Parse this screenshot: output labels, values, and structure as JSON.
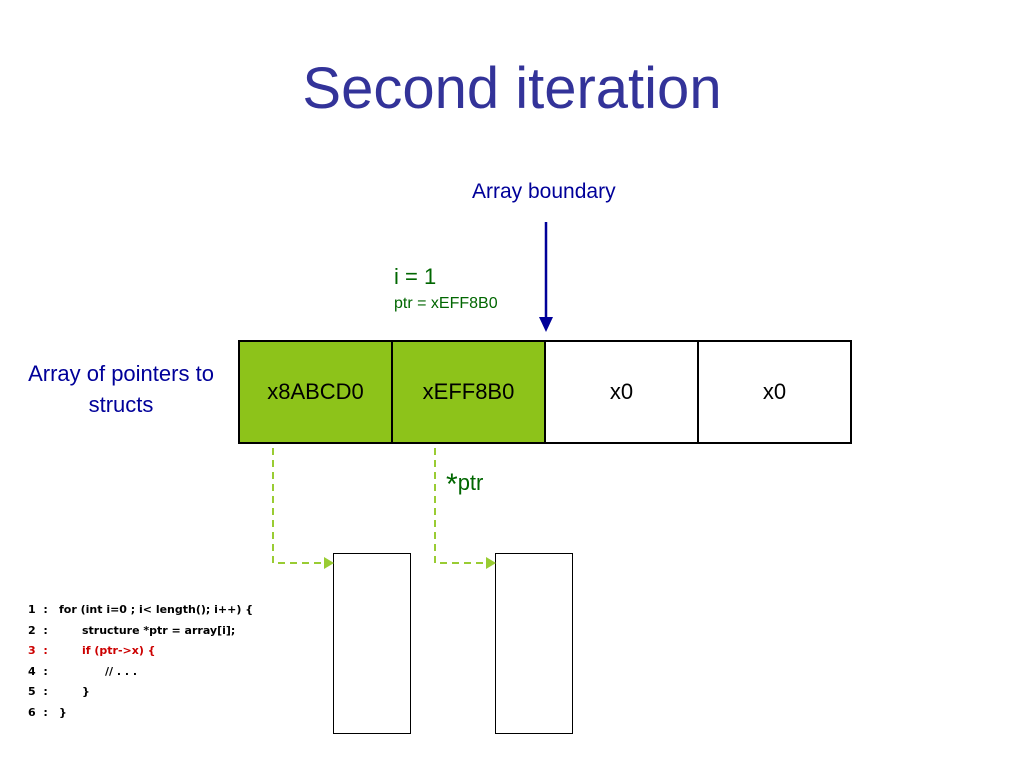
{
  "title": "Second iteration",
  "boundary_label": "Array boundary",
  "iteration": {
    "i_text": "i = 1",
    "ptr_text": "ptr = xEFF8B0"
  },
  "array_label": "Array of pointers to structs",
  "cells": [
    {
      "value": "x8ABCD0",
      "filled": true
    },
    {
      "value": "xEFF8B0",
      "filled": true
    },
    {
      "value": "x0",
      "filled": false
    },
    {
      "value": "x0",
      "filled": false
    }
  ],
  "deref": {
    "star": "*",
    "text": "ptr"
  },
  "code": [
    {
      "num": "1  :",
      "text": "for (int i=0 ; i< length(); i++) {",
      "highlight": false
    },
    {
      "num": "2  :",
      "text": "      structure *ptr = array[i];",
      "highlight": false
    },
    {
      "num": "3  :",
      "text": "      if (ptr->x) {",
      "highlight": true
    },
    {
      "num": "4  :",
      "text": "            // . . .",
      "highlight": false
    },
    {
      "num": "5  :",
      "text": "      }",
      "highlight": false
    },
    {
      "num": "6  :",
      "text": "}",
      "highlight": false
    }
  ],
  "colors": {
    "title": "#333399",
    "label_blue": "#000099",
    "pointer_green": "#006600",
    "cell_fill": "#8dc31a",
    "dashed_arrow": "#99cc33",
    "code_highlight": "#cc0000"
  }
}
